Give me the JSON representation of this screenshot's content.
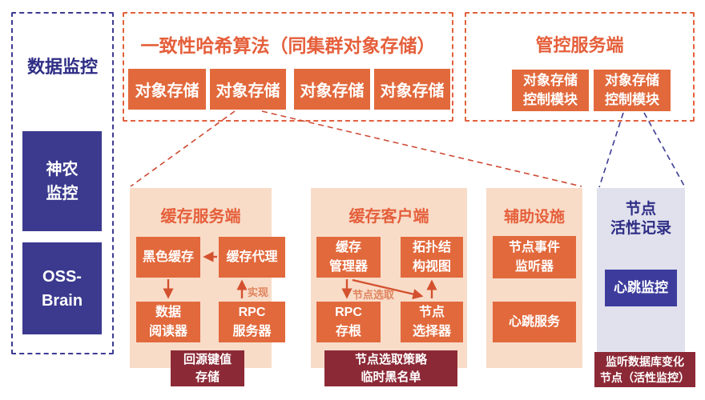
{
  "colors": {
    "accent_orange": "#e2693c",
    "accent_orange_text": "#e55f3b",
    "peach_panel": "#f8dcc8",
    "lavender_panel": "#e0e1ed",
    "dark_red_tag": "#8c2936",
    "indigo_box": "#3b3a8f",
    "indigo_text": "#2e2d85",
    "red_dash_line": "#cd4b33",
    "blue_dash_line": "#3d3c94"
  },
  "monitor": {
    "title": "数据监控",
    "shennong": "神农\n监控",
    "oss_brain": "OSS-\nBrain"
  },
  "hash_cluster": {
    "title": "一致性哈希算法（同集群对象存储）",
    "nodes": [
      "对象存储",
      "对象存储",
      "对象存储",
      "对象存储"
    ]
  },
  "control_server": {
    "title": "管控服务端",
    "modules": [
      "对象存储\n控制模块",
      "对象存储\n控制模块"
    ]
  },
  "cache_server": {
    "title": "缓存服务端",
    "black_cache": "黑色缓存",
    "cache_proxy": "缓存代理",
    "data_reader": "数据\n阅读器",
    "rpc_server": "RPC\n服务器",
    "impl_label": "实现",
    "footer": "回源键值\n存储"
  },
  "cache_client": {
    "title": "缓存客户端",
    "cache_manager": "缓存\n管理器",
    "topology_view": "拓扑结\n构视图",
    "rpc_stub": "RPC\n存根",
    "node_selector": "节点\n选择器",
    "node_pick_label": "节点选取",
    "footer": "节点选取策略\n临时黑名单"
  },
  "auxiliary": {
    "title": "辅助设施",
    "node_event_listener": "节点事件\n监听器",
    "heartbeat_service": "心跳服务"
  },
  "liveness": {
    "title": "节点\n活性记录",
    "heartbeat_monitor": "心跳监控",
    "footer": "监听数据库变化\n节点（活性监控）"
  }
}
